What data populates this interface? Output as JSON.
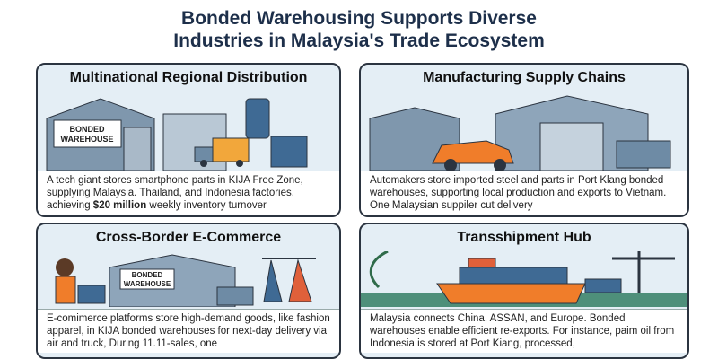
{
  "title_line1": "Bonded Warehousing Supports Diverse",
  "title_line2": "Industries in Malaysia's Trade Ecosystem",
  "cards": [
    {
      "heading": "Multinational Regional Distribution",
      "sign": "BONDED WAREHOUSE",
      "text_pre": "A tech giant stores smartphone parts in KIJA Free Zone, supplying Malaysia. Thailand, and Indonesia factories, achieving ",
      "text_bold": "$20 million",
      "text_post": " weekly inventory turnover"
    },
    {
      "heading": "Manufacturing Supply Chains",
      "text": "Automakers store imported steel and parts in Port Klang bonded warehouses, supporting local production and exports to Vietnam. One Malaysian suppiler cut delivery"
    },
    {
      "heading": "Cross-Border E-Commerce",
      "sign": "BONDED WAREHOUSE",
      "text": "E-comimerce platforms store high-demand goods, like fashion apparel, in KIJA bonded warehouses for next-day delivery via air and truck, During 11.11-sales, one"
    },
    {
      "heading": "Transshipment Hub",
      "text": "Malaysia connects China, ASSAN, and Europe. Bonded warehouses enable efficient re-exports. For instance, paim oil from Indonesia is stored at Port Kiang, processed,"
    }
  ]
}
